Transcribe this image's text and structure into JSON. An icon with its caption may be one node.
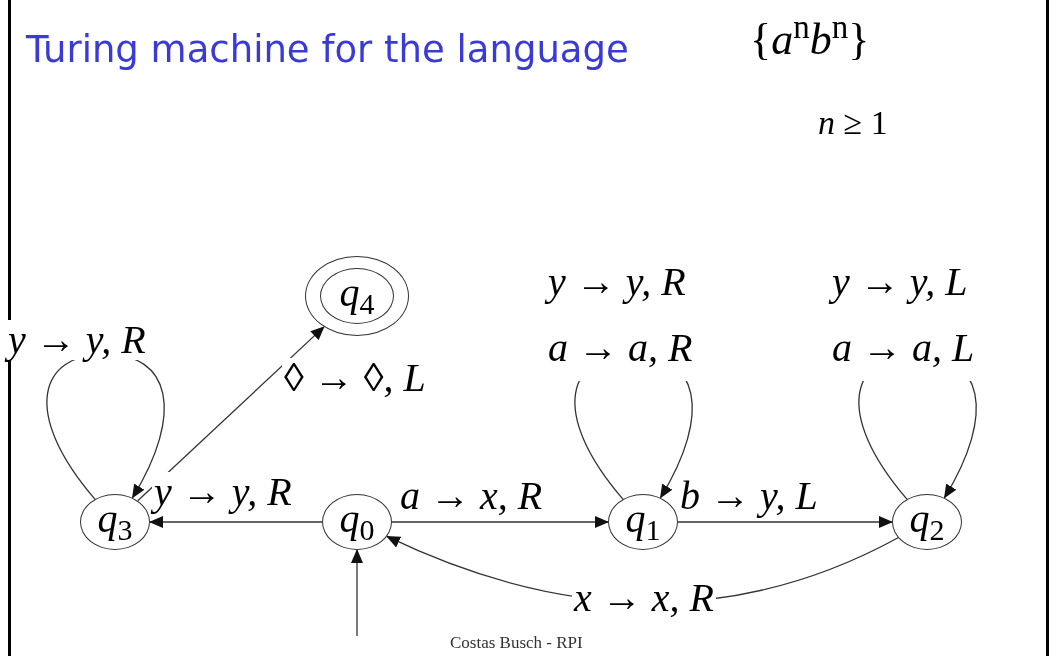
{
  "diagram": {
    "title": "Turing machine for the language",
    "nodes": [
      {
        "text": [
          "*q*$_{0}$"
        ]
      },
      {
        "text": [
          "*q*$_{1}$"
        ]
      },
      {
        "text": [
          "*q*$_{2}$"
        ]
      },
      {
        "text": [
          "*q*$_{3}$"
        ]
      },
      {
        "text": [
          "*q*$_{4}$"
        ]
      }
    ],
    "edges": [
      {
        "from": null,
        "to": 0,
        "arrow": "to"
      },
      {
        "from": 0,
        "to": 1,
        "arrow": "to",
        "label": "a → x, R"
      },
      {
        "from": 1,
        "to": 1,
        "arrow": "to",
        "label": "y → y, R a → a, R"
      },
      {
        "from": 1,
        "to": 2,
        "arrow": "to",
        "label": "b → y, L"
      },
      {
        "from": 2,
        "to": 2,
        "arrow": "to",
        "label": "y → y, L a → a, L"
      },
      {
        "from": 2,
        "to": 0,
        "arrow": "to",
        "label": "x → x, R"
      },
      {
        "from": 0,
        "to": 3,
        "arrow": "to",
        "label": "y → y, R"
      },
      {
        "from": 3,
        "to": 3,
        "arrow": "to",
        "label": "y → y, R"
      },
      {
        "from": 3,
        "to": 4,
        "arrow": "to",
        "label": "◊ → ◊, L"
      }
    ],
    "labels": [
      "{*a*$^{n}$*b*$^{n}$}",
      "*n* ≥ 1",
      "Costas Busch - RPI"
    ]
  }
}
